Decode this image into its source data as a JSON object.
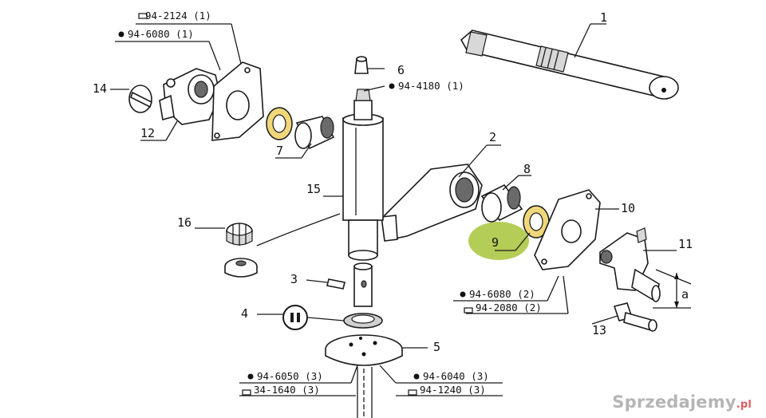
{
  "labels": {
    "p1": "1",
    "p2": "2",
    "p3": "3",
    "p4": "4",
    "p5": "5",
    "p6": "6",
    "p7": "7",
    "p8": "8",
    "p9": "9",
    "p10": "10",
    "p11": "11",
    "p12": "12",
    "p13": "13",
    "p14": "14",
    "p15": "15",
    "p16": "16",
    "dim_a": "a"
  },
  "codes": {
    "top_bolt": "94-2124 (1)",
    "top_nut": "94-6080 (1)",
    "part6_code": "94-4180 (1)",
    "right_nut": "94-6080 (2)",
    "right_bolt": "94-2080 (2)",
    "bottom_left_nut": "94-6050 (3)",
    "bottom_left_bolt": "34-1640 (3)",
    "bottom_right_nut": "94-6040 (3)",
    "bottom_right_bolt": "94-1240 (3)"
  },
  "watermark": {
    "brand": "Sprzedajemy",
    "tld": ".pl"
  },
  "colors": {
    "highlight": "#a7c43a",
    "washer": "#f0d77a"
  }
}
